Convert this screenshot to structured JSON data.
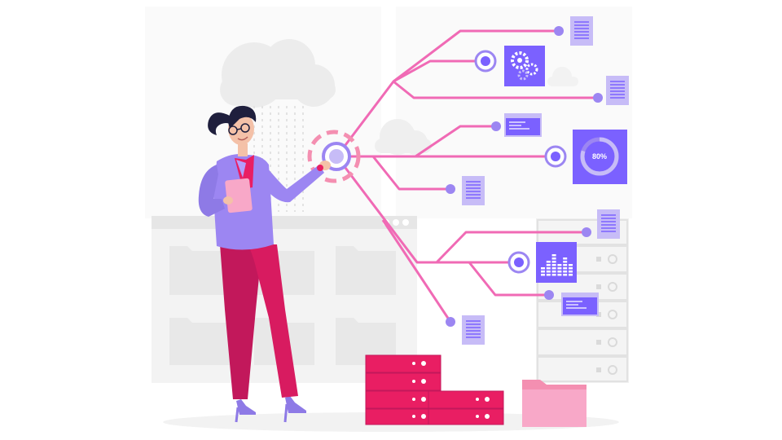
{
  "scene": {
    "colors": {
      "accent_purple": "#7B61FF",
      "light_purple": "#C7BCF7",
      "pink_line": "#F06AB5",
      "magenta": "#E91E63",
      "crimson_pants": "#C2185B",
      "blazer": "#9C86F2",
      "folder_pink": "#F8A8C8",
      "grey_bg": "#F0F0F0"
    },
    "gauge": {
      "label": "80%",
      "value_fraction": 0.8
    },
    "equalizer_levels": [
      0.35,
      0.6,
      0.8,
      0.5,
      0.7,
      0.45
    ]
  }
}
